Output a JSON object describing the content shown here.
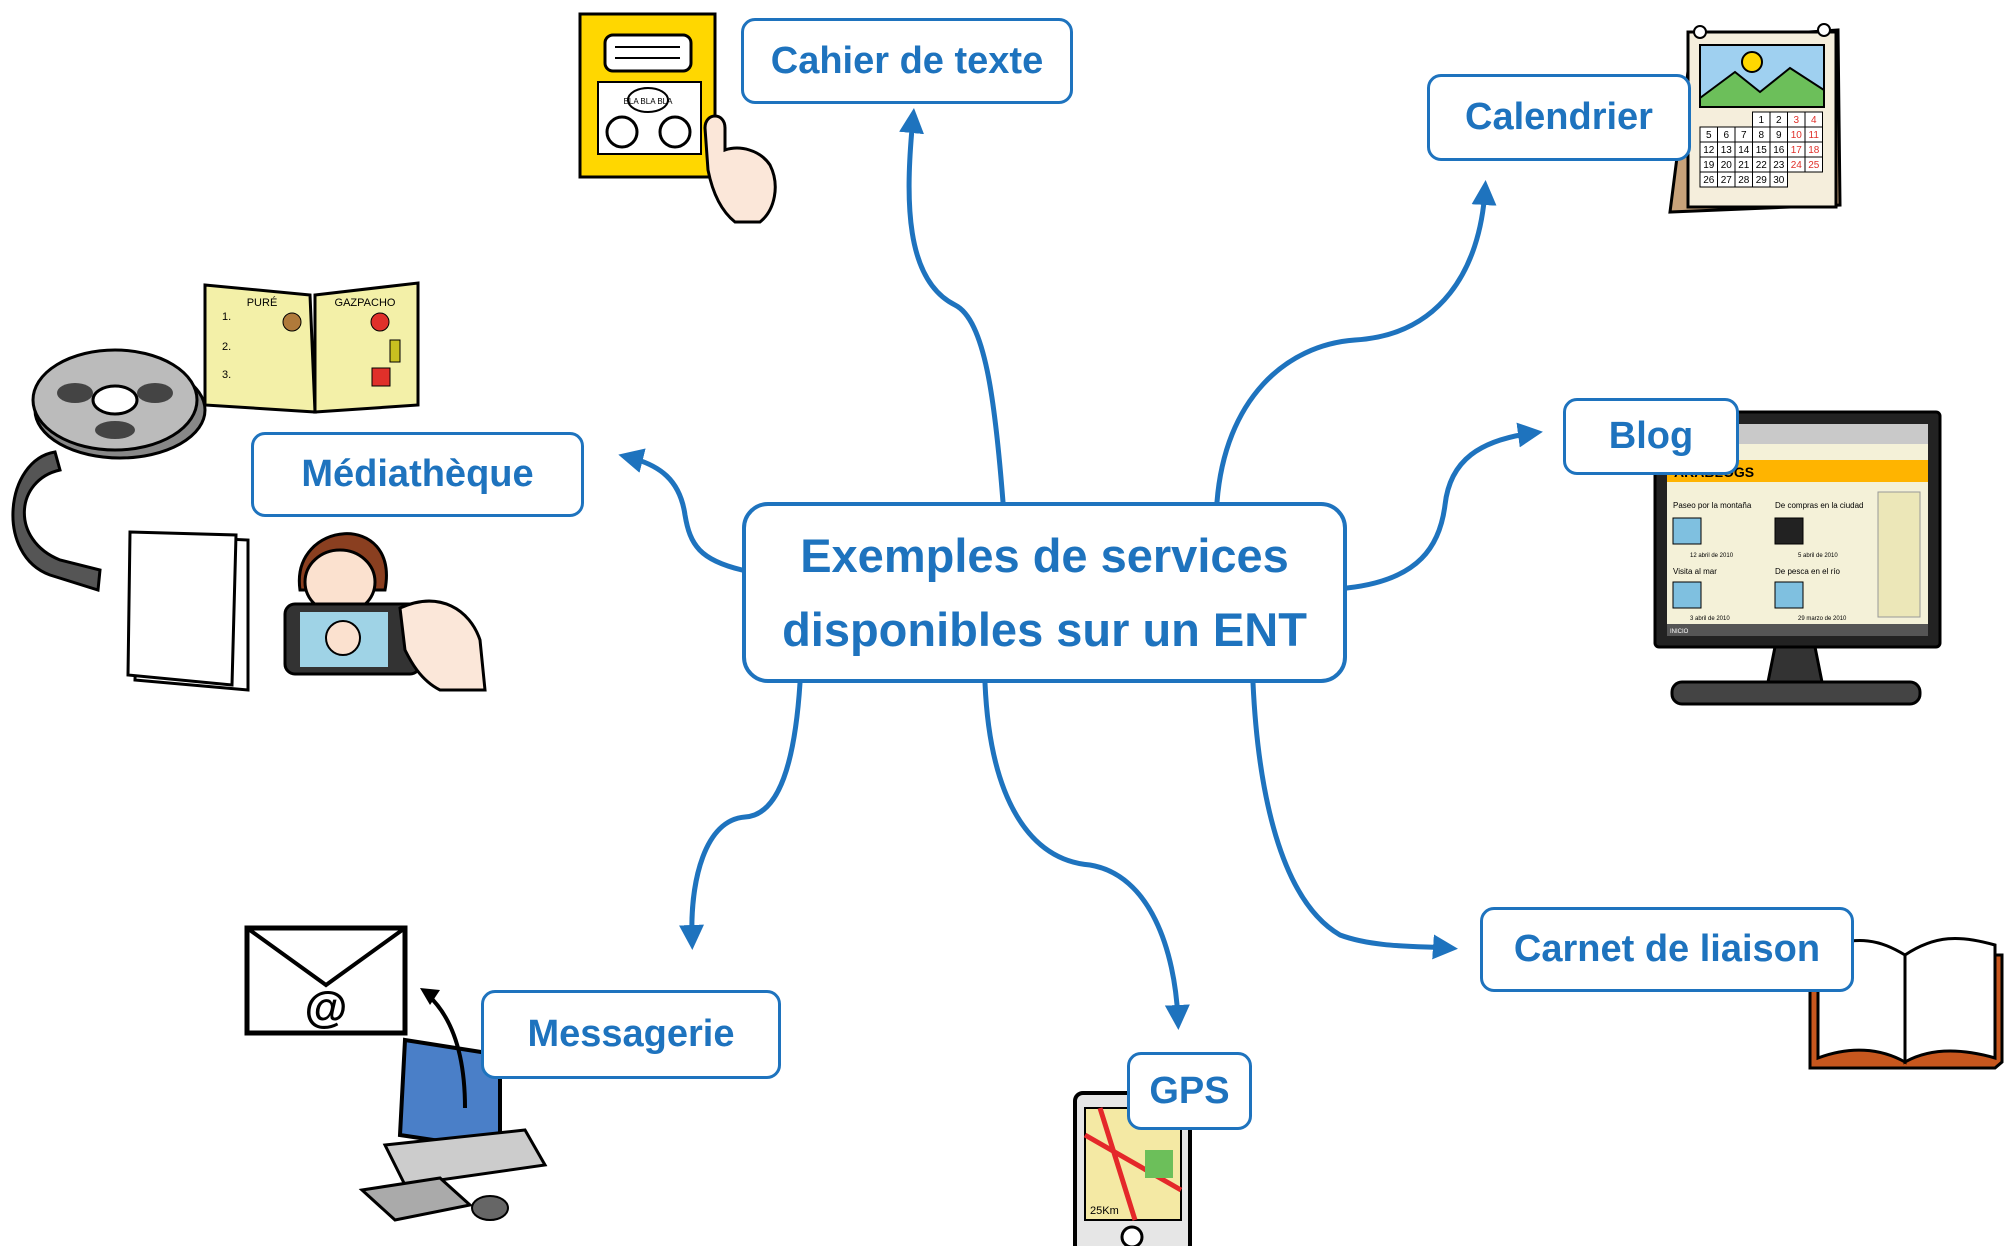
{
  "diagram": {
    "center": {
      "line1": "Exemples de services",
      "line2": "disponibles sur un ENT"
    },
    "nodes": {
      "cahier": "Cahier de texte",
      "calendrier": "Calendrier",
      "mediatheque": "Médiathèque",
      "blog": "Blog",
      "carnet": "Carnet de liaison",
      "messagerie": "Messagerie",
      "gps": "GPS"
    }
  },
  "pictograms": {
    "cahier": {
      "icon": "notebook-speech-icon",
      "bubble": "BLA BLA BLA"
    },
    "calendrier": {
      "icon": "calendar-icon",
      "days": [
        "1",
        "2",
        "3",
        "4",
        "5",
        "6",
        "7",
        "8",
        "9",
        "10",
        "11",
        "12",
        "13",
        "14",
        "15",
        "16",
        "17",
        "18",
        "19",
        "20",
        "21",
        "22",
        "23",
        "24",
        "25",
        "26",
        "27",
        "28",
        "29",
        "30"
      ]
    },
    "mediatheque": {
      "book_icon": "recipe-book-icon",
      "page_left": "PURÉ",
      "page_right": "GAZPACHO",
      "steps": [
        "1.",
        "2.",
        "3."
      ],
      "film_icon": "film-reel-icon",
      "paper_icon": "paper-stack-icon",
      "photo_icon": "smartphone-photo-icon"
    },
    "blog": {
      "icon": "monitor-blog-icon",
      "site": "ARABLOGS",
      "posts": [
        "Paseo por la montaña",
        "De compras en la ciudad",
        "Visita al mar",
        "De pesca en el río"
      ],
      "dates": [
        "12 abril de 2010",
        "5 abril de 2010",
        "3 abril de 2010",
        "29 marzo de 2010"
      ],
      "start": "INICIO"
    },
    "carnet": {
      "icon": "open-book-icon"
    },
    "messagerie": {
      "icon": "envelope-at-icon",
      "at": "@",
      "computer_icon": "desktop-computer-icon"
    },
    "gps": {
      "icon": "gps-device-icon",
      "scale": "25Km"
    }
  },
  "colors": {
    "accent": "#1e73be",
    "yellow": "#ffd700",
    "background": "#ffffff"
  }
}
